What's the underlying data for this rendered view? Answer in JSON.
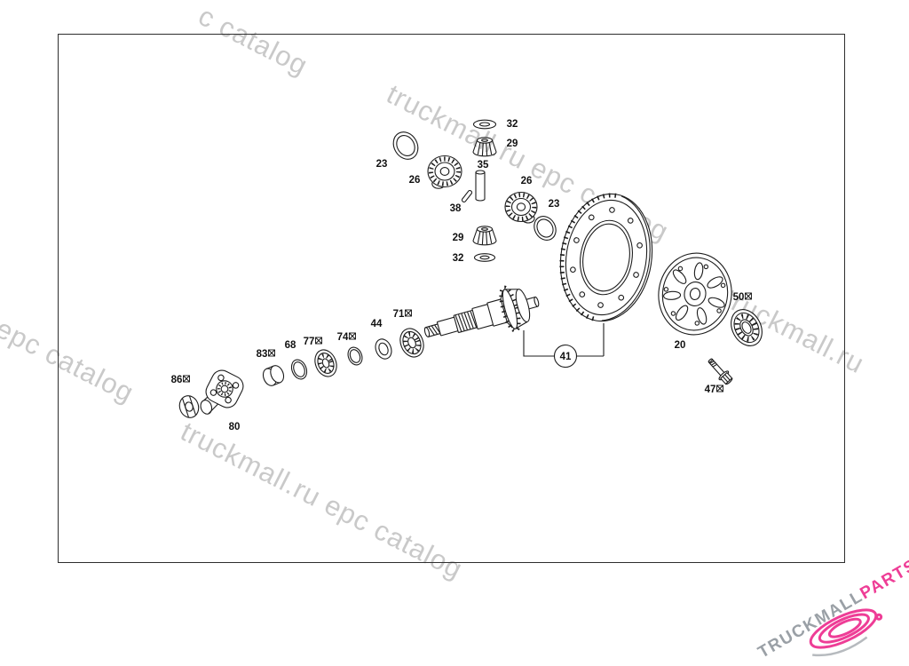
{
  "watermark": {
    "color": "#c9c9c9",
    "instances": [
      {
        "text": "c catalog"
      },
      {
        "text": "truckmall.ru epc catalog"
      },
      {
        "text": "l epc catalog"
      },
      {
        "text": "truckmall.ru"
      },
      {
        "text": "truckmall.ru epc catalog"
      }
    ]
  },
  "logo": {
    "brand": "TRUCKMALL",
    "brand_suffix": "PARTS",
    "brand_color": "#9aa0a6",
    "suffix_color": "#ee3d96"
  },
  "diagram": {
    "type": "exploded-parts-diagram",
    "subject": "crown wheel, pinion and differential assembly",
    "line_color": "#1c1c1c",
    "labels": [
      {
        "t": "23",
        "seal": false
      },
      {
        "t": "26",
        "seal": false
      },
      {
        "t": "32",
        "seal": false
      },
      {
        "t": "29",
        "seal": false
      },
      {
        "t": "35",
        "seal": false
      },
      {
        "t": "38",
        "seal": false
      },
      {
        "t": "26",
        "seal": false
      },
      {
        "t": "23",
        "seal": false
      },
      {
        "t": "29",
        "seal": false
      },
      {
        "t": "32",
        "seal": false
      },
      {
        "t": "41",
        "seal": false,
        "circled": true
      },
      {
        "t": "20",
        "seal": false
      },
      {
        "t": "50",
        "seal": true
      },
      {
        "t": "47",
        "seal": true
      },
      {
        "t": "71",
        "seal": true
      },
      {
        "t": "44",
        "seal": false
      },
      {
        "t": "74",
        "seal": true
      },
      {
        "t": "77",
        "seal": true
      },
      {
        "t": "68",
        "seal": false
      },
      {
        "t": "83",
        "seal": true
      },
      {
        "t": "80",
        "seal": false
      },
      {
        "t": "86",
        "seal": true
      }
    ]
  }
}
